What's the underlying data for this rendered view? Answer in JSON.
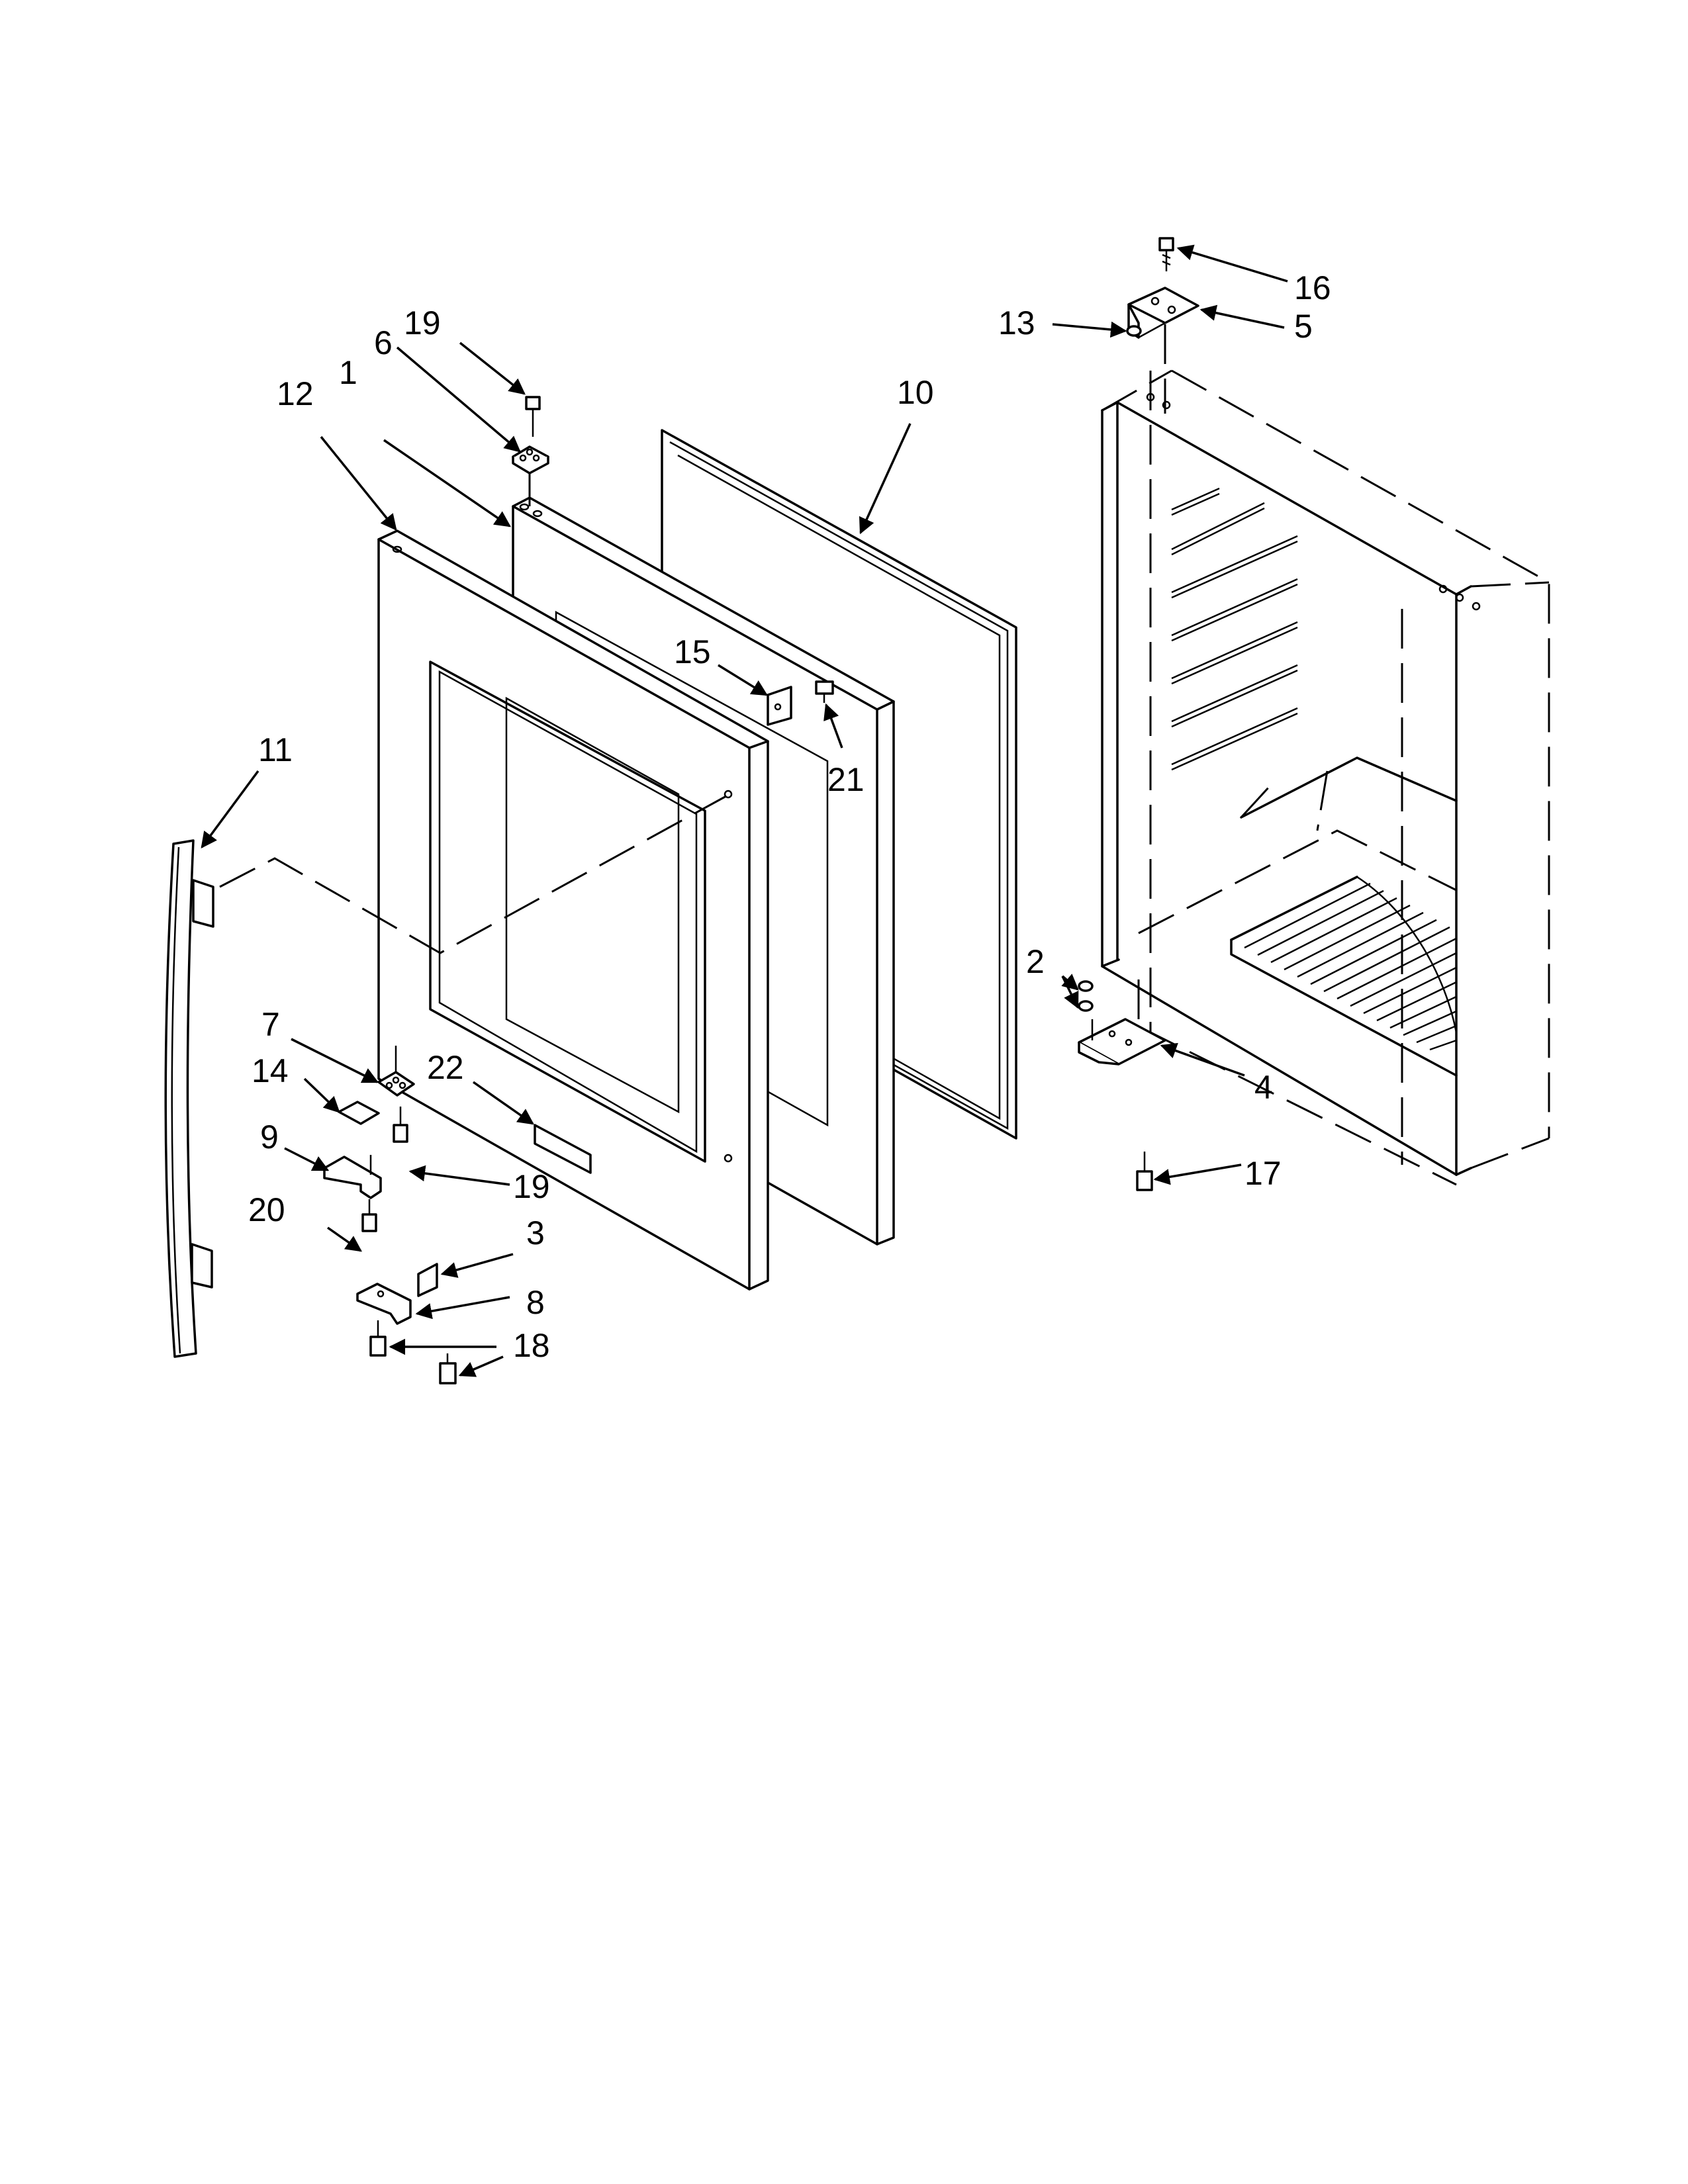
{
  "diagram": {
    "callouts": [
      {
        "id": "c1",
        "label": "1"
      },
      {
        "id": "c2",
        "label": "2"
      },
      {
        "id": "c3",
        "label": "3"
      },
      {
        "id": "c4",
        "label": "4"
      },
      {
        "id": "c5",
        "label": "5"
      },
      {
        "id": "c6",
        "label": "6"
      },
      {
        "id": "c7",
        "label": "7"
      },
      {
        "id": "c8",
        "label": "8"
      },
      {
        "id": "c9",
        "label": "9"
      },
      {
        "id": "c10",
        "label": "10"
      },
      {
        "id": "c11",
        "label": "11"
      },
      {
        "id": "c12",
        "label": "12"
      },
      {
        "id": "c13",
        "label": "13"
      },
      {
        "id": "c14",
        "label": "14"
      },
      {
        "id": "c15",
        "label": "15"
      },
      {
        "id": "c16",
        "label": "16"
      },
      {
        "id": "c17",
        "label": "17"
      },
      {
        "id": "c18",
        "label": "18"
      },
      {
        "id": "c19a",
        "label": "19"
      },
      {
        "id": "c19b",
        "label": "19"
      },
      {
        "id": "c20",
        "label": "20"
      },
      {
        "id": "c21",
        "label": "21"
      },
      {
        "id": "c22",
        "label": "22"
      }
    ]
  }
}
